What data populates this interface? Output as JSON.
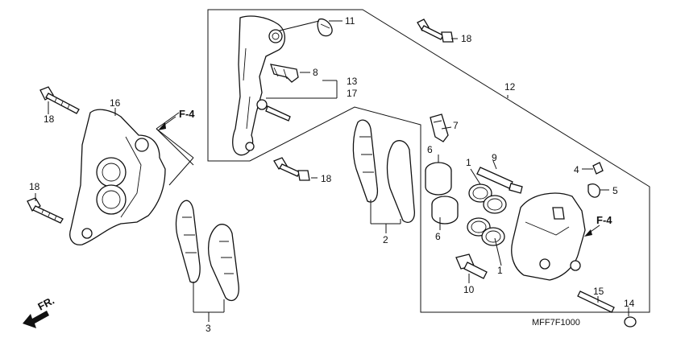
{
  "diagram_code": "MFF7F1000",
  "direction_label": "FR.",
  "callouts": {
    "p1a": "1",
    "p1b": "1",
    "p2": "2",
    "p3": "3",
    "p4": "4",
    "p5": "5",
    "p6a": "6",
    "p6b": "6",
    "p7": "7",
    "p8": "8",
    "p9": "9",
    "p10": "10",
    "p11": "11",
    "p12": "12",
    "p13": "13",
    "p14": "14",
    "p15": "15",
    "p16": "16",
    "p17": "17",
    "p18a": "18",
    "p18b": "18",
    "p18c": "18",
    "p18d": "18",
    "ref_f4_left": "F-4",
    "ref_f4_right": "F-4"
  }
}
